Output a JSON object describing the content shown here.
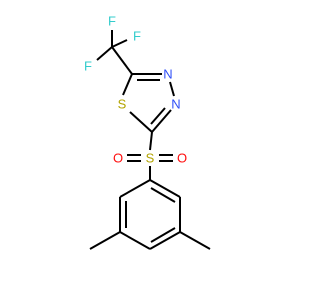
{
  "molecule": {
    "atoms": {
      "F1": {
        "symbol": "F",
        "color": "#33cccc"
      },
      "F2": {
        "symbol": "F",
        "color": "#33cccc"
      },
      "F3": {
        "symbol": "F",
        "color": "#33cccc"
      },
      "N1": {
        "symbol": "N",
        "color": "#3050f8"
      },
      "N2": {
        "symbol": "N",
        "color": "#3050f8"
      },
      "S_ring": {
        "symbol": "S",
        "color": "#b2a400"
      },
      "S_sulfonyl": {
        "symbol": "S",
        "color": "#b2a400"
      },
      "O1": {
        "symbol": "O",
        "color": "#ff0d0d"
      },
      "O2": {
        "symbol": "O",
        "color": "#ff0d0d"
      }
    },
    "bond_color": "#000000"
  }
}
